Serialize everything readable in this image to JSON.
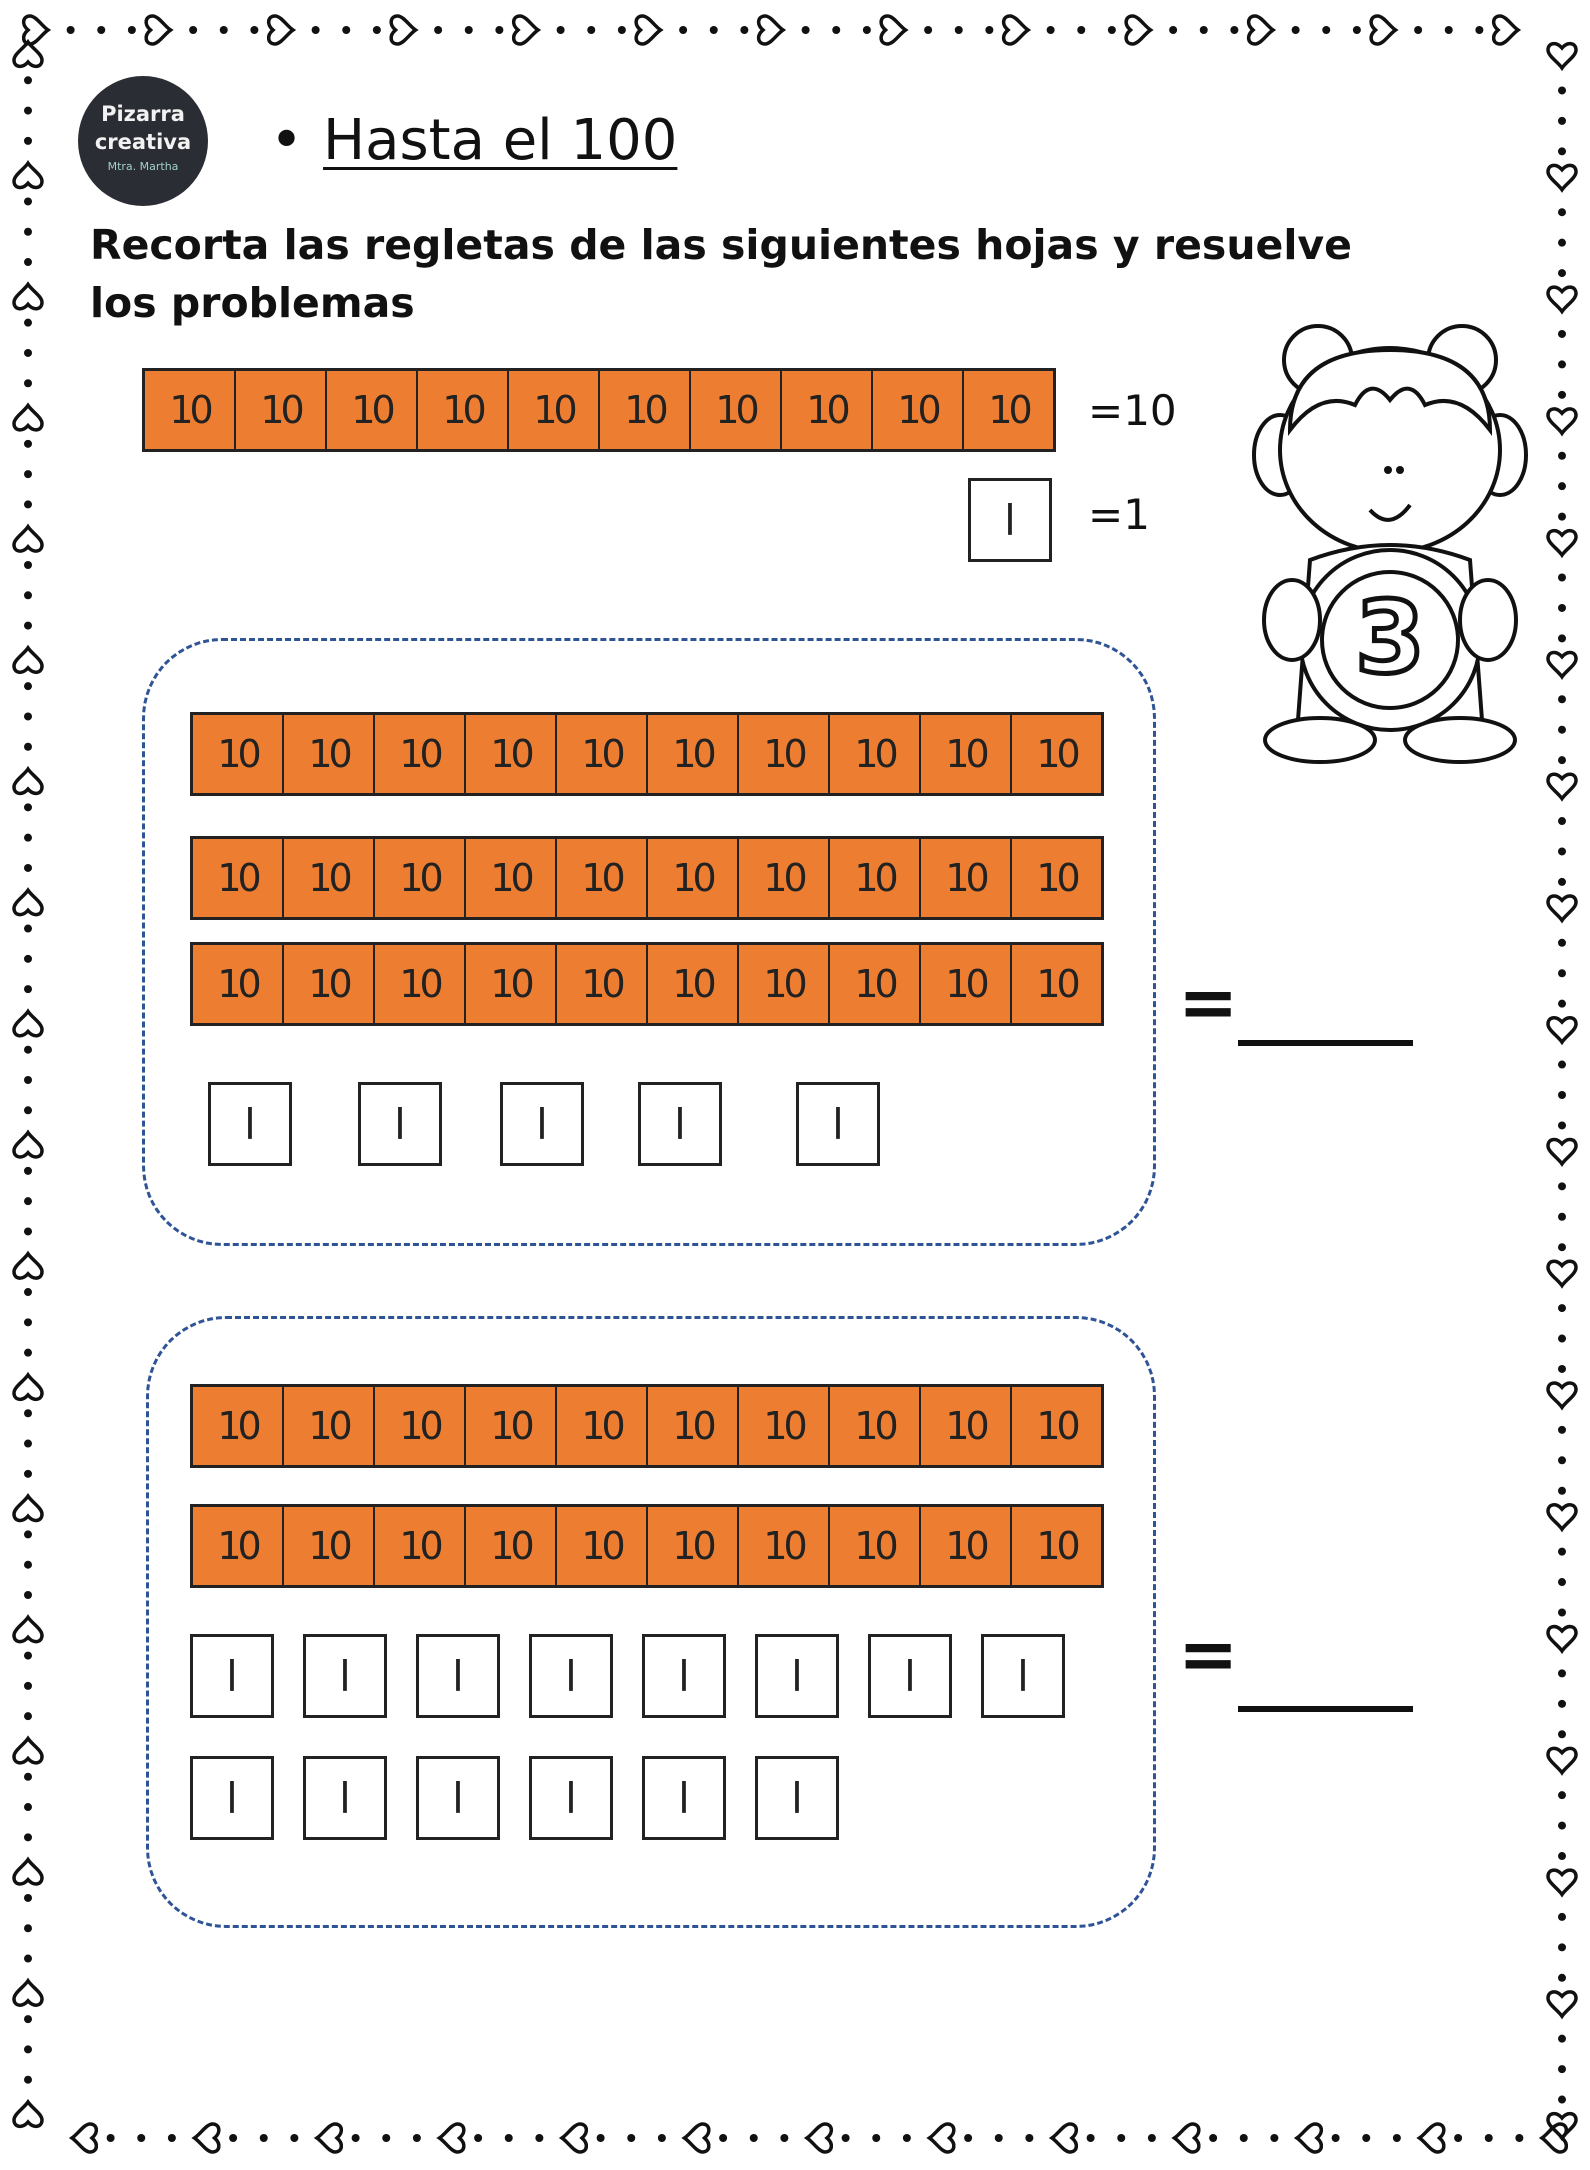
{
  "logo": {
    "line1": "Pizarra",
    "line2": "creativa",
    "line3": "Mtra. Martha"
  },
  "title": {
    "bullet": "•",
    "text": "Hasta el 100"
  },
  "instruction": "Recorta las regletas de las siguientes hojas y resuelve los problemas",
  "legend": {
    "ten_value": "=10",
    "one_value": "=1",
    "ten_label": "10",
    "one_label": "l"
  },
  "illustration": {
    "badge_number": "3"
  },
  "problems": [
    {
      "rods": 3,
      "units": 5,
      "equals": "="
    },
    {
      "rods": 2,
      "units": 14,
      "equals": "="
    }
  ],
  "colors": {
    "rod": "#ed7d31",
    "box_border": "#2f5496"
  },
  "icons": [
    "heart-border-icon",
    "girl-holding-number-icon",
    "logo-icon"
  ]
}
